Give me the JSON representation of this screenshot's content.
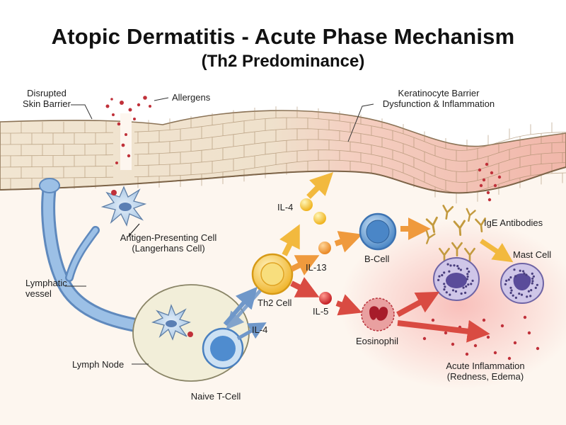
{
  "title": "Atopic Dermatitis - Acute Phase Mechanism",
  "subtitle": "(Th2 Predominance)",
  "labels": {
    "disrupted_barrier_1": "Disrupted",
    "disrupted_barrier_2": "Skin Barrier",
    "allergens": "Allergens",
    "keratinocyte_1": "Keratinocyte Barrier",
    "keratinocyte_2": "Dysfunction & Inflammation",
    "apc_1": "Antigen-Presenting Cell",
    "apc_2": "(Langerhans Cell)",
    "lymphatic_1": "Lymphatic",
    "lymphatic_2": "vessel",
    "lymph_node": "Lymph Node",
    "naive_t": "Naive T-Cell",
    "th2": "Th2 Cell",
    "il4_top": "IL-4",
    "il4_node": "IL-4",
    "il13": "IL-13",
    "il5": "IL-5",
    "bcell": "B-Cell",
    "ige": "IgE Antibodies",
    "mast": "Mast Cell",
    "eosinophil": "Eosinophil",
    "acute_1": "Acute Inflammation",
    "acute_2": "(Redness, Edema)"
  },
  "colors": {
    "skin_cell": "#efe3cf",
    "skin_inflamed": "#f1b9ad",
    "lymphatic": "#7ea7d2",
    "th2": "#f5c84a",
    "bcell": "#4f8cc9",
    "eosinophil": "#c8323a",
    "mast_cell": "#8f86bd",
    "inflammation": "#e04a4a",
    "arrow_blue": "#6f97c9",
    "arrow_yellow": "#f2b93e",
    "arrow_orange": "#ef9a3d",
    "arrow_red": "#d94b42"
  }
}
